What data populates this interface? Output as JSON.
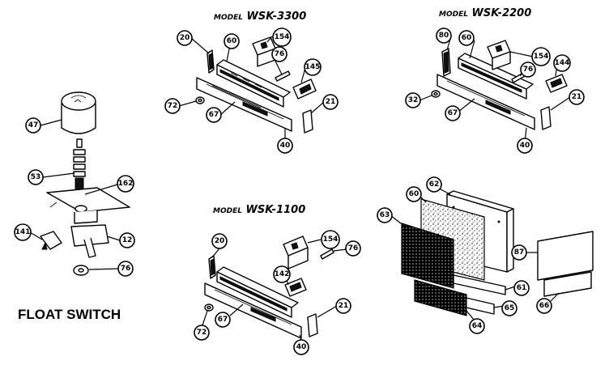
{
  "titles": {
    "wsk3300": {
      "prefix": "MODEL",
      "name": "WSK-3300"
    },
    "wsk2200": {
      "prefix": "MODEL",
      "name": "WSK-2200"
    },
    "wsk1100": {
      "prefix": "MODEL",
      "name": "WSK-1100"
    },
    "float_switch": "FLOAT SWITCH"
  },
  "callouts": {
    "float": [
      "47",
      "53",
      "162",
      "141",
      "12",
      "76"
    ],
    "wsk3300": [
      "20",
      "60",
      "154",
      "76",
      "145",
      "72",
      "67",
      "21",
      "40"
    ],
    "wsk2200": [
      "80",
      "60",
      "154",
      "76",
      "144",
      "32",
      "67",
      "21",
      "40"
    ],
    "wsk1100": [
      "20",
      "154",
      "76",
      "142",
      "72",
      "67",
      "21",
      "40"
    ],
    "filter": [
      "60",
      "62",
      "63",
      "87",
      "61",
      "65",
      "64",
      "66"
    ]
  }
}
